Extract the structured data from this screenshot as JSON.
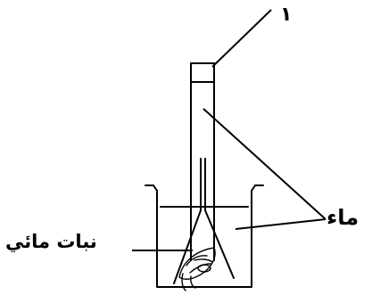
{
  "labels": {
    "number": "١",
    "water": "ماء",
    "aquatic_plant": "نبات مائي"
  },
  "colors": {
    "line": "#000000",
    "background": "#ffffff"
  }
}
